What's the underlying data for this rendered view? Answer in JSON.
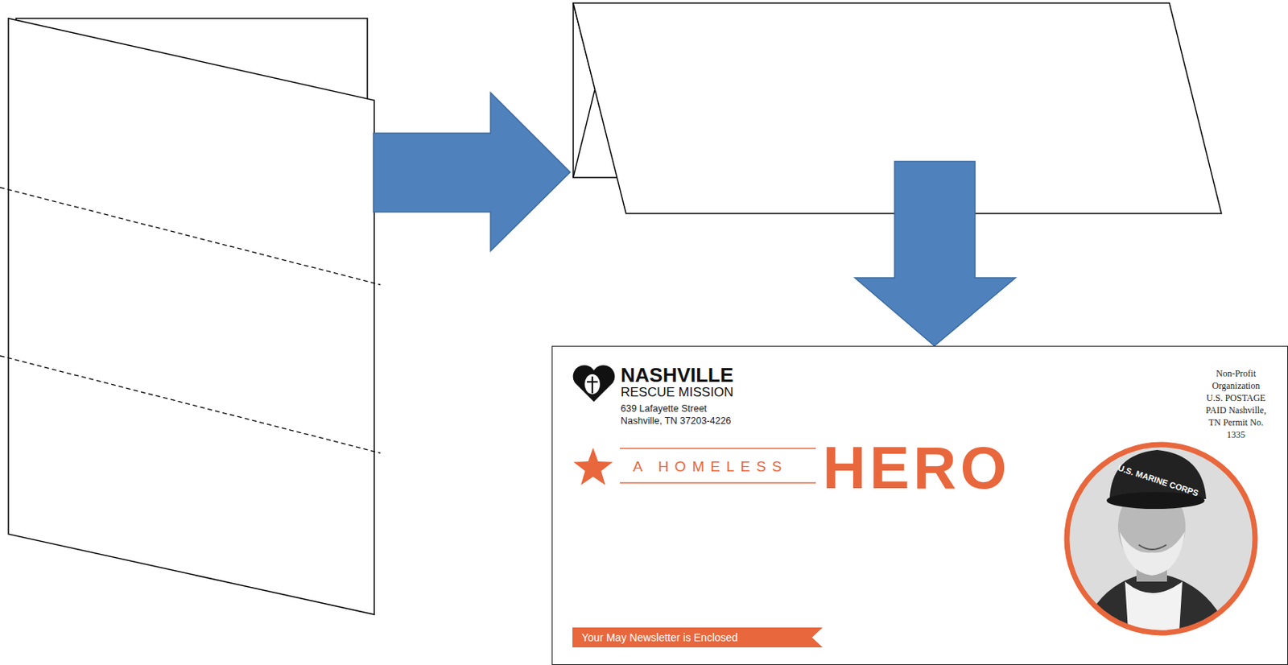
{
  "diagram": {
    "nodes": [
      {
        "text": [
          "NASHVILLE",
          "RESCUE MISSION",
          "639 Lafayette Street",
          "Nashville, TN 37203-4226",
          "Non-Profit Organization U.S. POSTAGE PAID Nashville, TN Permit No. 1335",
          "A HOMELESS",
          "HERO"
        ]
      },
      {
        "text": [
          "Your May Newsletter is Enclosed"
        ],
        "in": 0
      }
    ],
    "labels": [
      "U.S. MARINE CORPS"
    ]
  }
}
